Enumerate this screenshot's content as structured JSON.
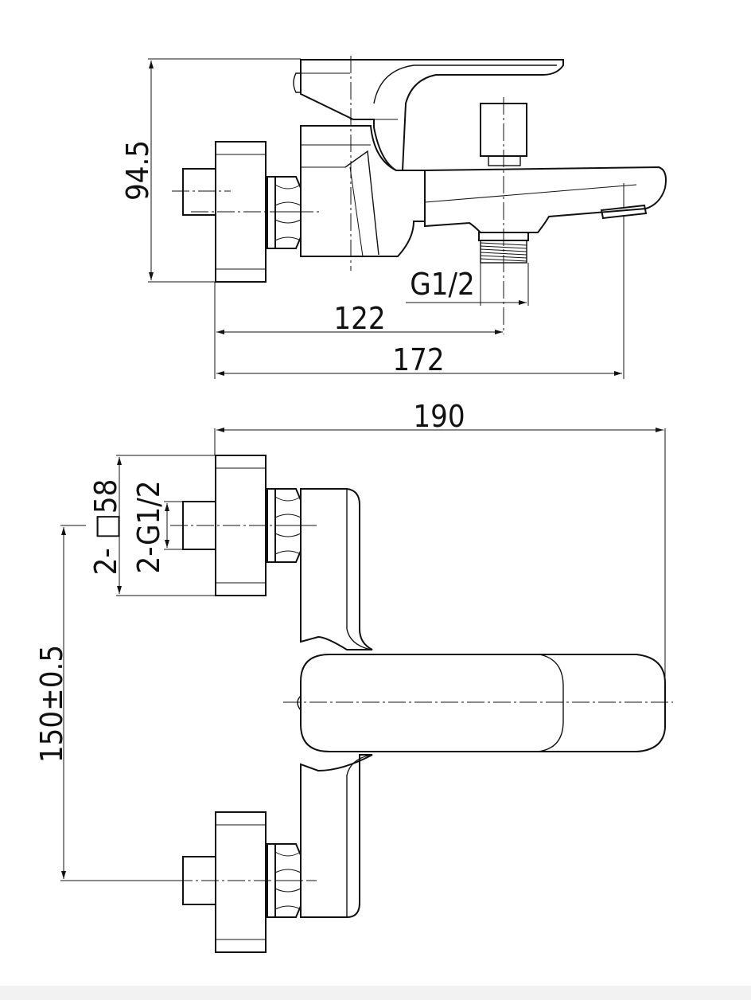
{
  "drawing": {
    "side_view": {
      "height_label": "94.5",
      "thread_label": "G1/2",
      "spout_outlet_distance_label": "122",
      "total_depth_label": "172"
    },
    "top_view": {
      "total_width_label": "190",
      "inlet_square_label": "2- □58",
      "inlet_thread_label": "2-G1/2",
      "center_distance_label": "150±0.5"
    }
  }
}
